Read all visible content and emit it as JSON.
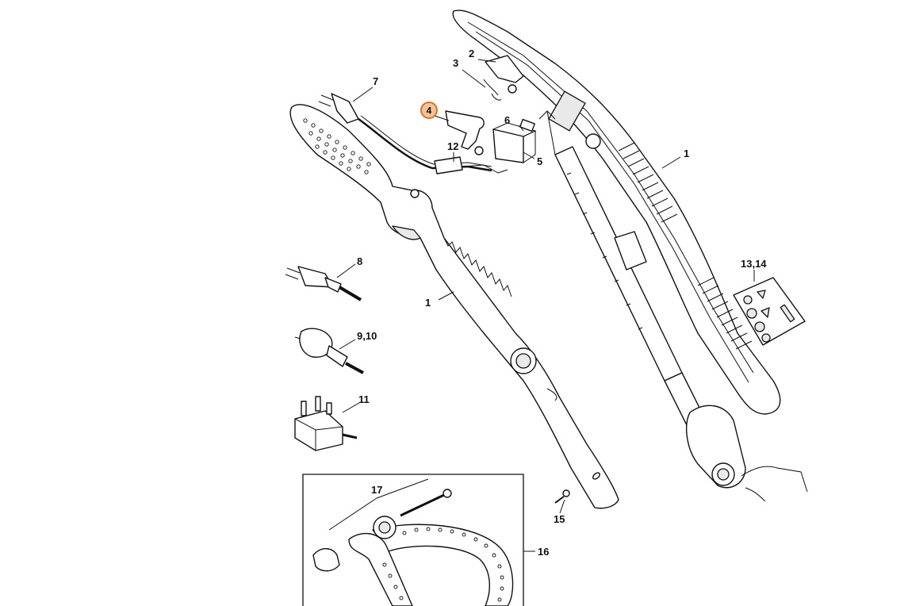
{
  "diagram": {
    "callouts": {
      "c1_shaft": "1",
      "c1_handle": "1",
      "c2": "2",
      "c3": "3",
      "c4": "4",
      "c5": "5",
      "c6": "6",
      "c7": "7",
      "c8": "8",
      "c9_10": "9,10",
      "c11": "11",
      "c12": "12",
      "c13_14": "13,14",
      "c15": "15",
      "c16": "16",
      "c17": "17"
    },
    "highlighted_part": "4",
    "colors": {
      "highlight_ring": "#e3701e",
      "highlight_fill": "#f1c39b",
      "line": "#111111"
    }
  }
}
